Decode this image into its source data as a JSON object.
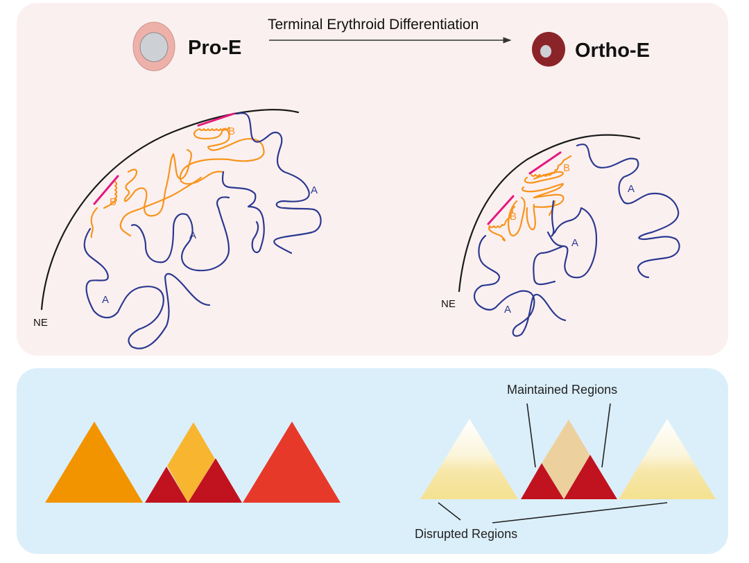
{
  "header": {
    "start_stage": "Pro-E",
    "end_stage": "Ortho-E",
    "process_label": "Terminal Erythroid Differentiation"
  },
  "colors": {
    "top_panel_bg": "#fbf0f0",
    "bottom_panel_bg": "#dbeffa",
    "pro_e_cytoplasm": "#eeb1aa",
    "nucleus": "#cdd1d6",
    "ortho_e_cytoplasm": "#8b2428",
    "compartment_a": "#2b3990",
    "compartment_b": "#f7941d",
    "lamina_contact": "#e6177f",
    "nuclear_envelope": "#1a1a1a",
    "tad_orange": "#f29400",
    "tad_yellow": "#f8b530",
    "tad_darkred": "#c1121f",
    "tad_red": "#e7392a",
    "tad_tan": "#ecd19f",
    "tad_pale": "#f6e396"
  },
  "pro_e_diagram": {
    "envelope_label": "NE",
    "a_labels": [
      "A",
      "A",
      "A"
    ],
    "b_labels": [
      "B",
      "B"
    ]
  },
  "ortho_e_diagram": {
    "envelope_label": "NE",
    "a_labels": [
      "A",
      "A",
      "A"
    ],
    "b_labels": [
      "B",
      "B"
    ]
  },
  "tads": {
    "maintained_label": "Maintained Regions",
    "disrupted_label": "Disrupted Regions"
  }
}
